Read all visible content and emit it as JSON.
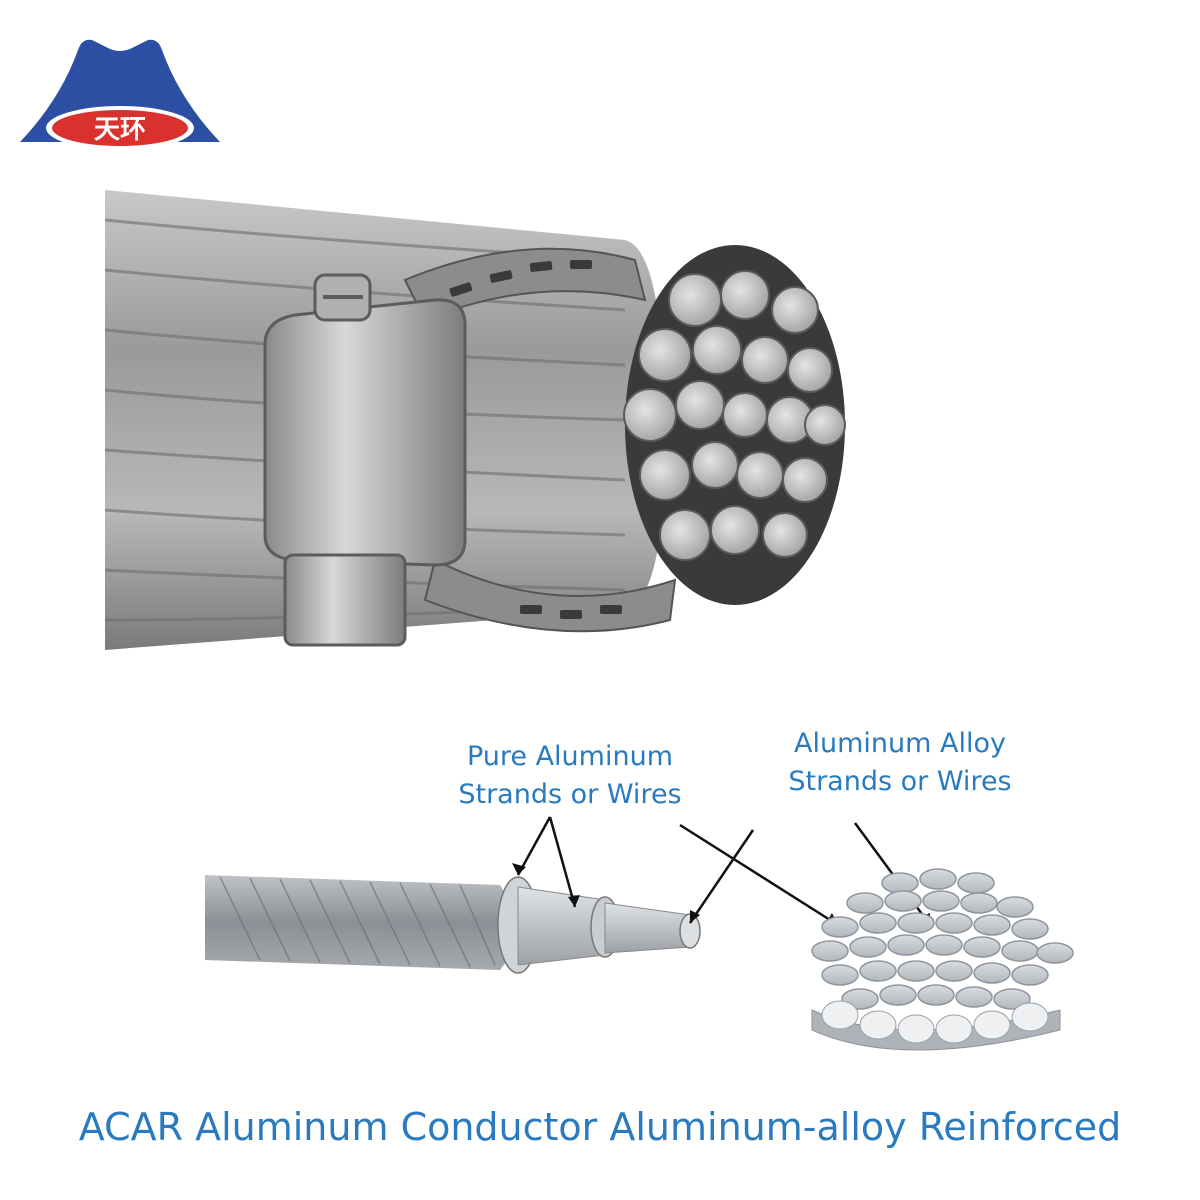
{
  "logo": {
    "brand_text": "天环",
    "colors": {
      "triangle": "#2c4fa3",
      "oval": "#d9322e",
      "text": "#ffffff"
    }
  },
  "photo": {
    "icon": "acar-cable-with-hose-clamp"
  },
  "diagram": {
    "pure_label_line1": "Pure Aluminum",
    "pure_label_line2": "Strands or Wires",
    "alloy_label_line1": "Aluminum Alloy",
    "alloy_label_line2": "Strands or Wires"
  },
  "caption": "ACAR Aluminum Conductor Aluminum-alloy Reinforced",
  "colors": {
    "accent": "#2a7ac0"
  }
}
